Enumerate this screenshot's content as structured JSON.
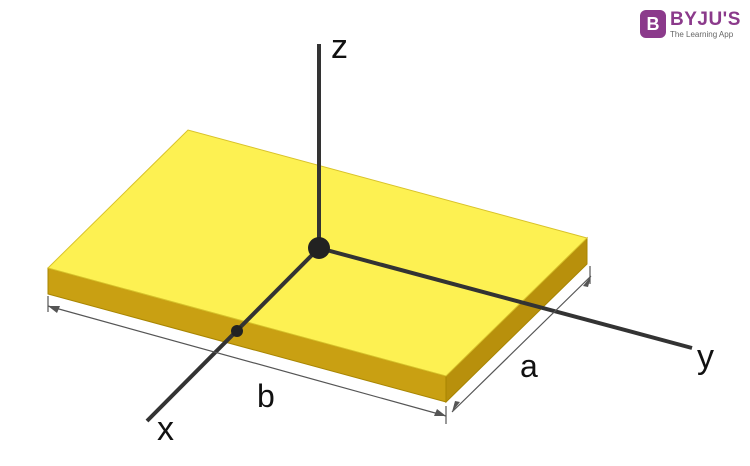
{
  "brand": {
    "mark": "B",
    "name": "BYJU'S",
    "tagline": "The Learning App",
    "color": "#8b3a8b"
  },
  "axes": {
    "x": "x",
    "y": "y",
    "z": "z"
  },
  "dimensions": {
    "length": "b",
    "width": "a"
  },
  "colors": {
    "plate_top": "#fdf152",
    "plate_side": "#c9a012",
    "axis_line": "#333333",
    "dimension_line": "#555555",
    "origin_point": "#222222"
  }
}
